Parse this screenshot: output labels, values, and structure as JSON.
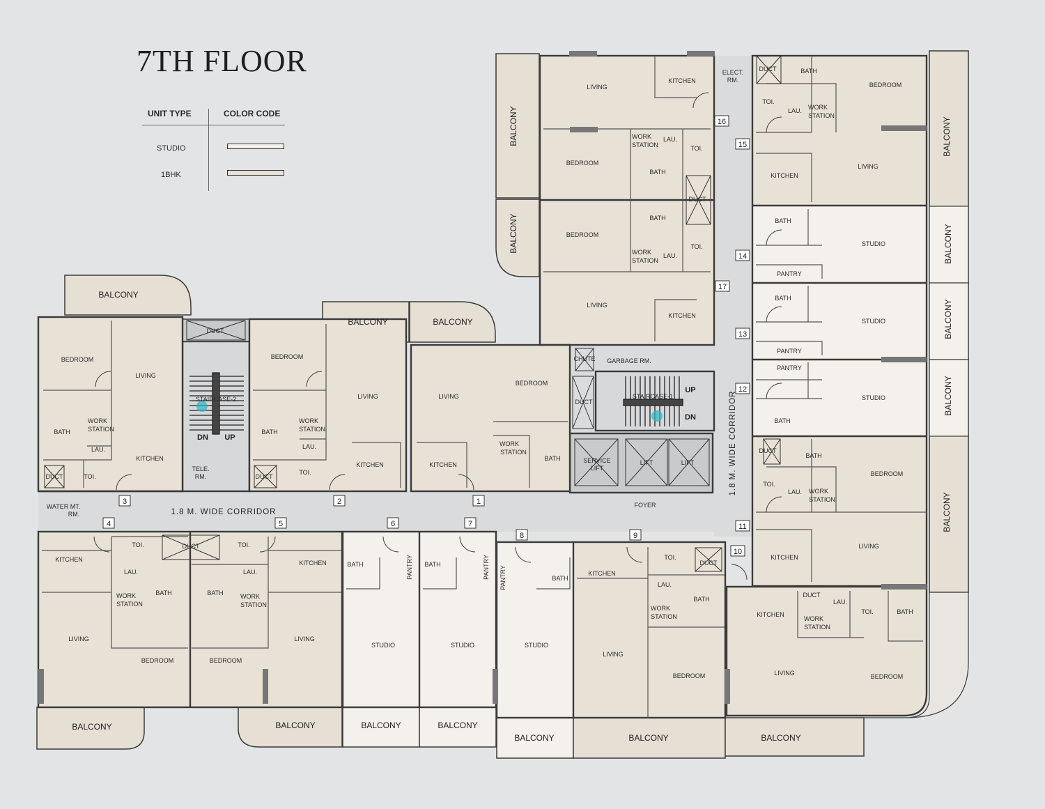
{
  "floor_title": "7TH FLOOR",
  "legend": {
    "col_unit_type": "UNIT TYPE",
    "col_color_code": "COLOR CODE",
    "entries": [
      {
        "label": "STUDIO",
        "color": "#f4f0eb"
      },
      {
        "label": "1BHK",
        "color": "#e8e1d6"
      }
    ]
  },
  "colors": {
    "background": "#e3e4e6",
    "bhk": "#e8e1d6",
    "studio": "#f4f0eb",
    "balcony": "#e6dfd3",
    "corridor": "#dadbdd",
    "service": "#c9cacc",
    "wall": "#3a3a3a"
  },
  "labels": {
    "balcony": "BALCONY",
    "bedroom": "BEDROOM",
    "living": "LIVING",
    "kitchen": "KITCHEN",
    "bath": "BATH",
    "toi": "TOI.",
    "lau": "LAU.",
    "work": "WORK",
    "station": "STATION",
    "studio": "STUDIO",
    "pantry": "PANTRY",
    "duct": "DUCT",
    "chute": "CHUTE",
    "elect1": "ELECT.",
    "elect2": "RM.",
    "garbage": "GARBAGE RM.",
    "tele1": "TELE.",
    "tele2": "RM.",
    "water1": "WATER MT.",
    "water2": "RM.",
    "service1": "SERVICE",
    "service2": "LIFT",
    "lift": "LIFT",
    "foyer": "FOYER",
    "staircase1": "STAIRCASE-2",
    "staircase2": "STAIRCASE-1",
    "dn": "DN",
    "up": "UP",
    "corridor_h": "1.8 M. WIDE CORRIDOR",
    "corridor_v": "1.8 M. WIDE CORRIDOR"
  },
  "units": [
    "1",
    "2",
    "3",
    "4",
    "5",
    "6",
    "7",
    "8",
    "9",
    "10",
    "11",
    "12",
    "13",
    "14",
    "15",
    "16",
    "17"
  ]
}
